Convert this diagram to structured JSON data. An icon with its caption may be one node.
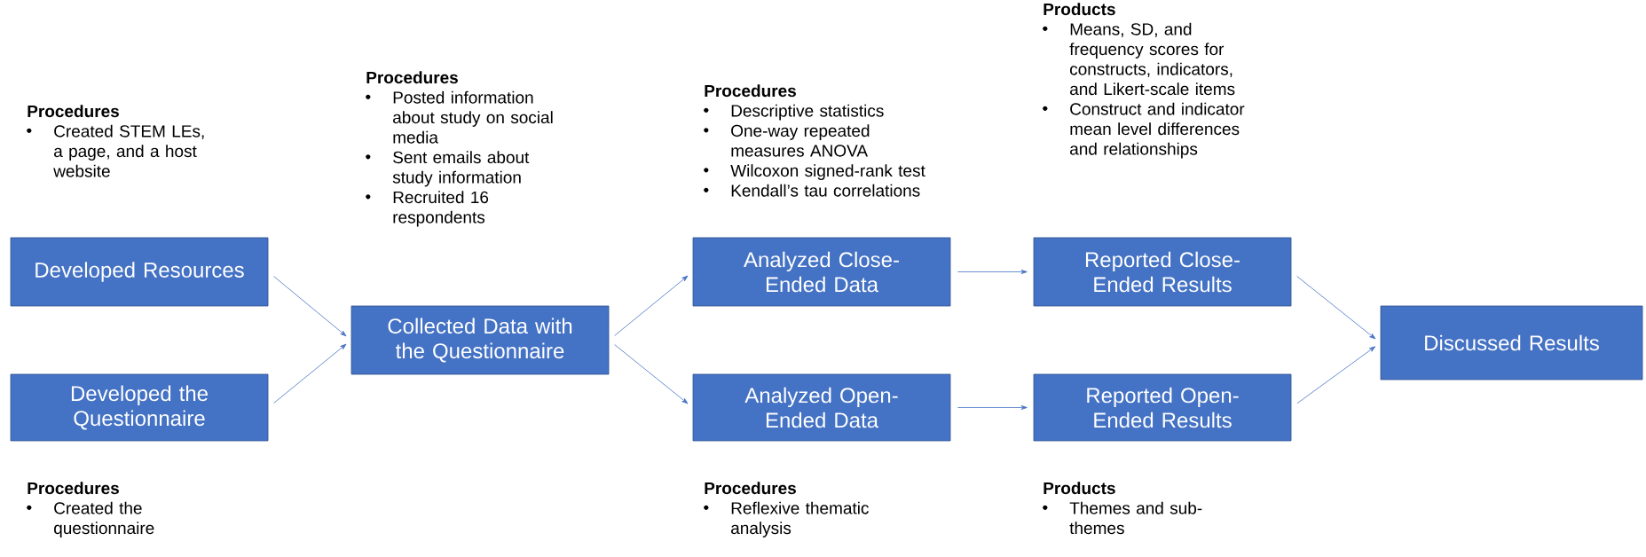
{
  "diagram": {
    "nodes": [
      {
        "text": [
          "Developed Resources"
        ],
        "beside": [
          "Procedures",
          "Created STEM LEs, a page, and a host website"
        ]
      },
      {
        "text": [
          "Developed the Questionnaire"
        ],
        "beside": [
          "Procedures",
          "Created the questionnaire"
        ]
      },
      {
        "text": [
          "Collected Data with the Questionnaire"
        ],
        "beside": [
          "Procedures",
          "Posted information about study on social media",
          "Sent emails about study information",
          "Recruited 16 respondents"
        ]
      },
      {
        "text": [
          "Analyzed Close-Ended Data"
        ],
        "beside": [
          "Procedures",
          "Descriptive statistics",
          "One-way repeated measures ANOVA",
          "Wilcoxon signed-rank test",
          "Kendall’s tau correlations"
        ]
      },
      {
        "text": [
          "Analyzed Open-Ended Data"
        ],
        "beside": [
          "Procedures",
          "Reflexive thematic analysis"
        ]
      },
      {
        "text": [
          "Reported Close-Ended Results"
        ],
        "beside": [
          "Products",
          "Means, SD, and frequency scores for constructs, indicators, and Likert-scale items",
          "Construct and indicator mean level differences and relationships"
        ]
      },
      {
        "text": [
          "Reported Open-Ended Results"
        ],
        "beside": [
          "Products",
          "Themes and sub-themes"
        ]
      },
      {
        "text": [
          "Discussed Results"
        ]
      }
    ],
    "edges": [
      {
        "from": 0,
        "to": 2,
        "arrow": "to"
      },
      {
        "from": 1,
        "to": 2,
        "arrow": "to"
      },
      {
        "from": 2,
        "to": 3,
        "arrow": "to"
      },
      {
        "from": 2,
        "to": 4,
        "arrow": "to"
      },
      {
        "from": 3,
        "to": 5,
        "arrow": "to"
      },
      {
        "from": 4,
        "to": 6,
        "arrow": "to"
      },
      {
        "from": 5,
        "to": 7,
        "arrow": "to"
      },
      {
        "from": 6,
        "to": 7,
        "arrow": "to"
      }
    ]
  }
}
